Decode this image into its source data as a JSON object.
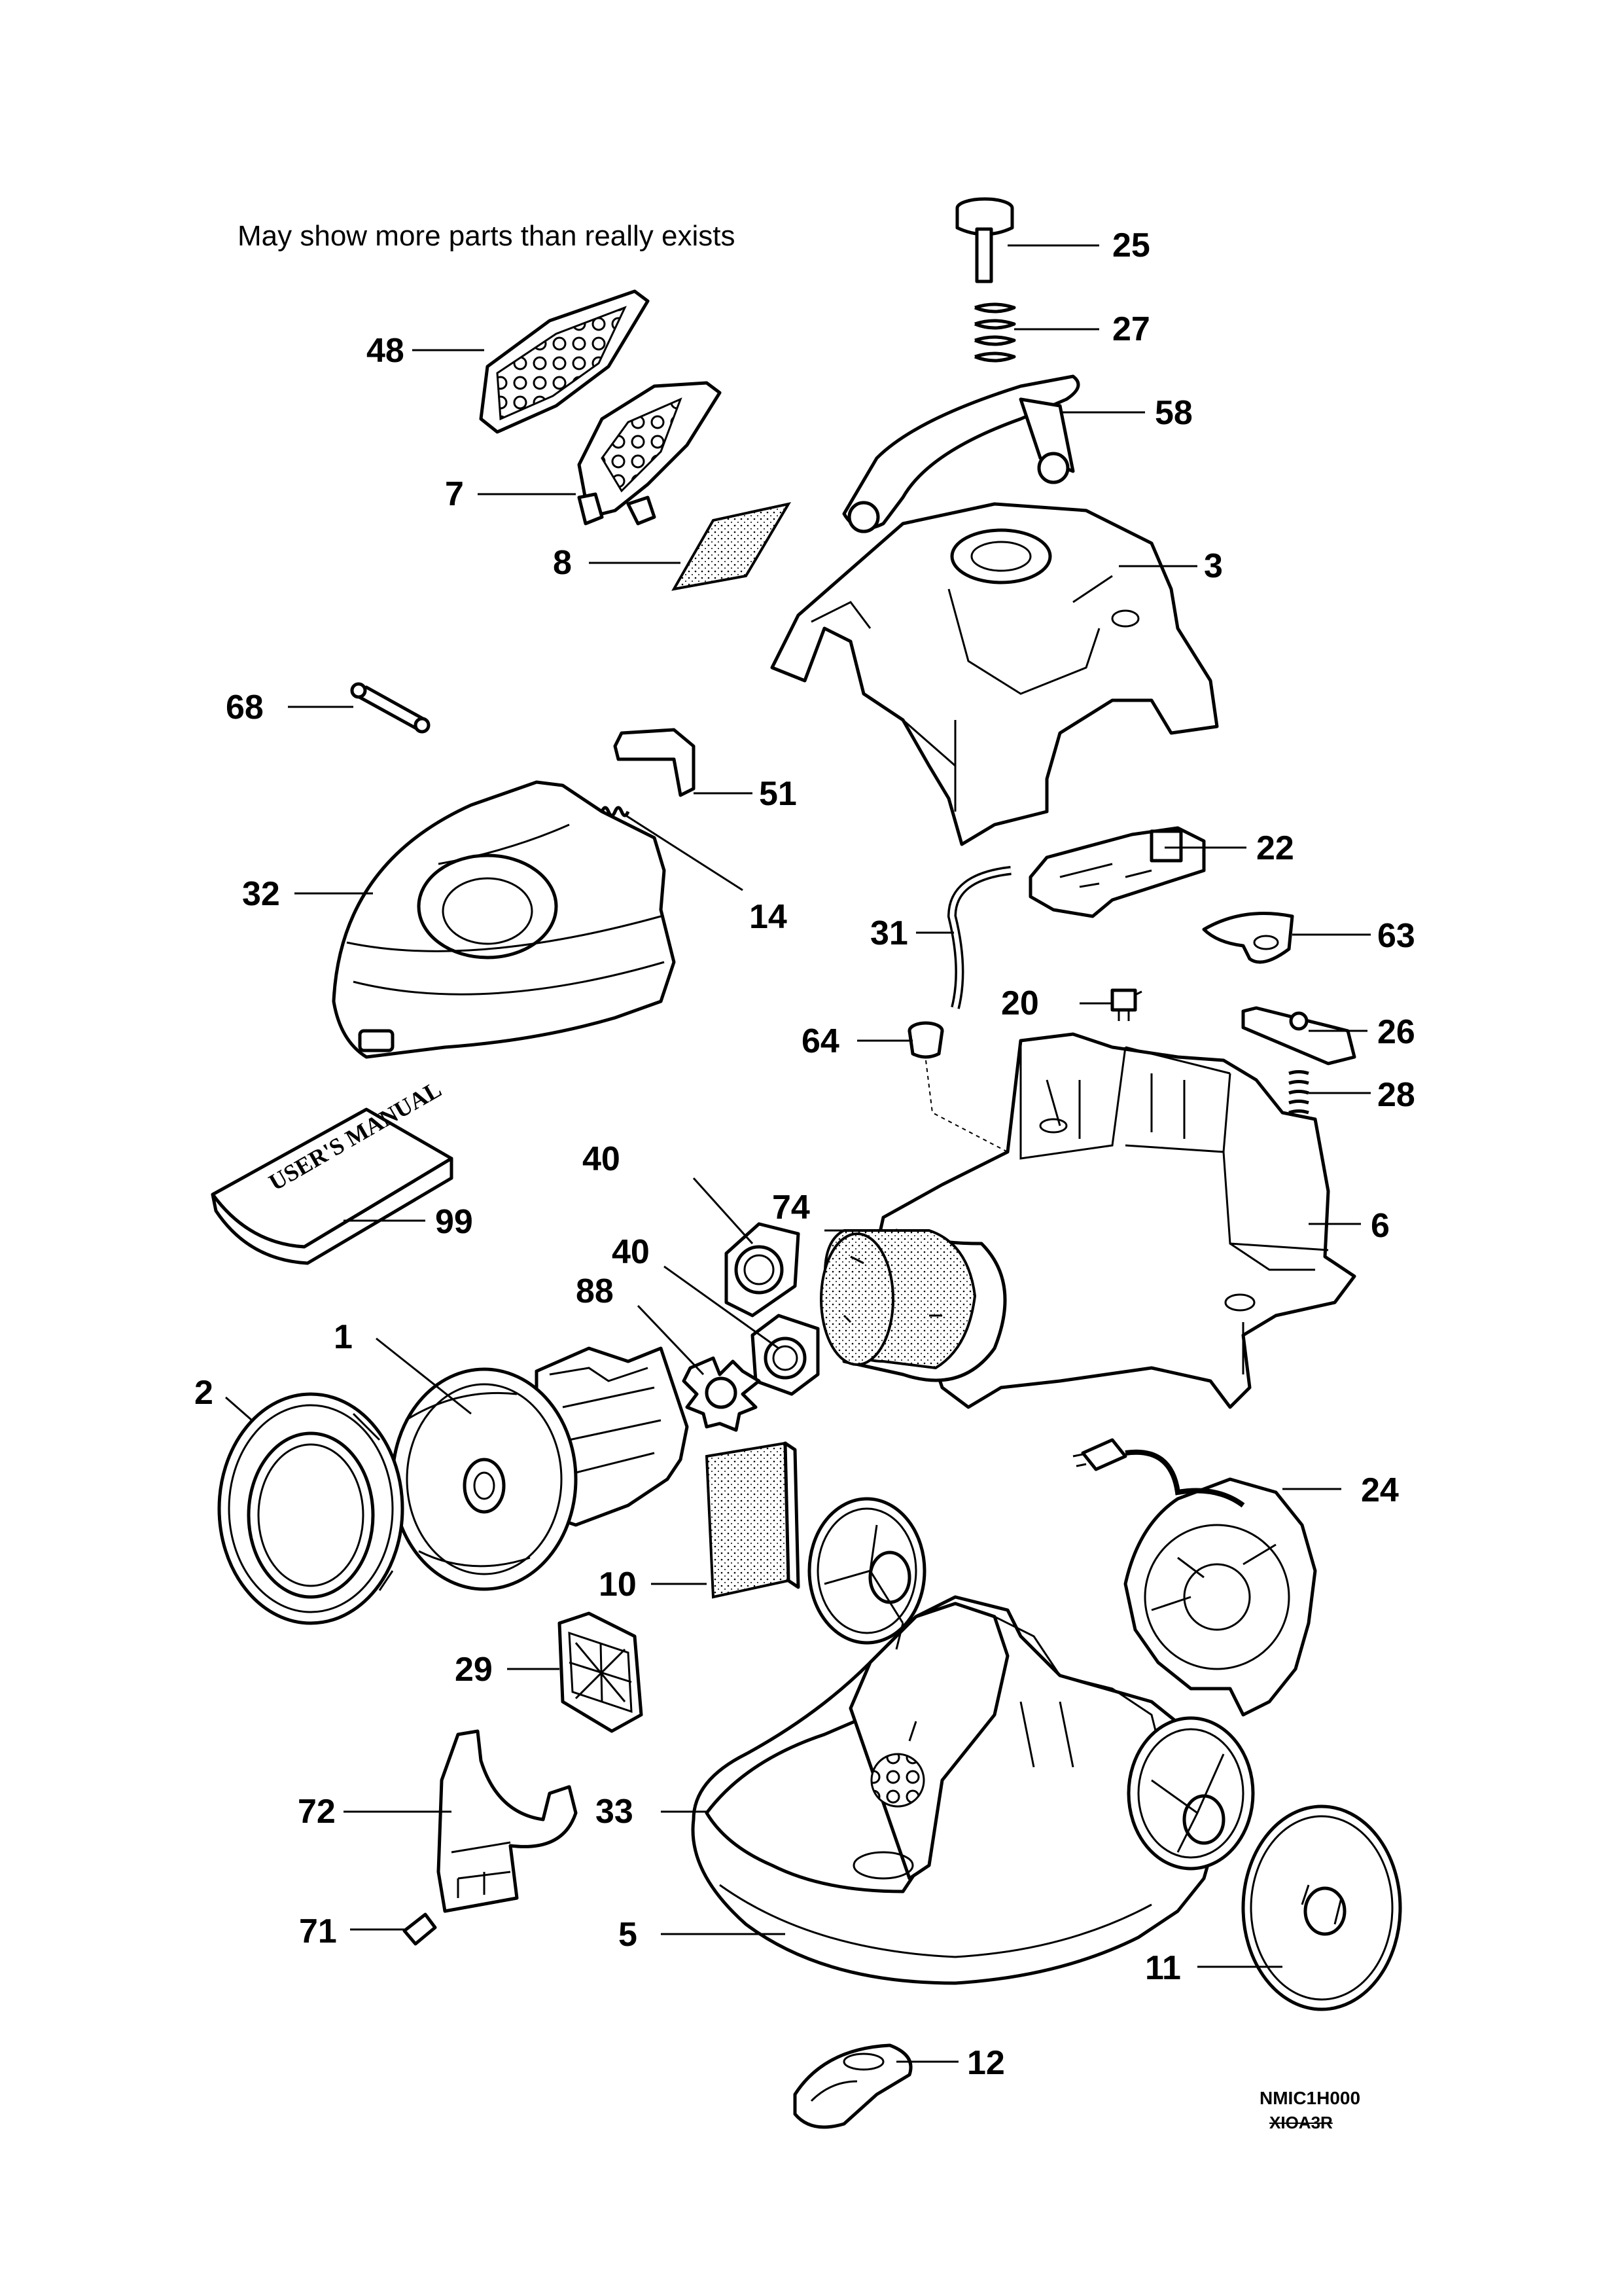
{
  "note": "May show more parts than really exists",
  "diagram_code": "NMIC1H000",
  "diagram_code_old": "XIOA3R",
  "manual_text": "USER'S MANUAL",
  "labels": {
    "p25": "25",
    "p27": "27",
    "p58": "58",
    "p48": "48",
    "p7": "7",
    "p8": "8",
    "p3": "3",
    "p68": "68",
    "p51": "51",
    "p32": "32",
    "p14": "14",
    "p22": "22",
    "p31": "31",
    "p63": "63",
    "p20": "20",
    "p64": "64",
    "p26": "26",
    "p28": "28",
    "p40a": "40",
    "p74": "74",
    "p6": "6",
    "p99": "99",
    "p40b": "40",
    "p88": "88",
    "p1": "1",
    "p2": "2",
    "p24": "24",
    "p10": "10",
    "p29": "29",
    "p72": "72",
    "p33": "33",
    "p71": "71",
    "p5": "5",
    "p11": "11",
    "p12": "12"
  }
}
